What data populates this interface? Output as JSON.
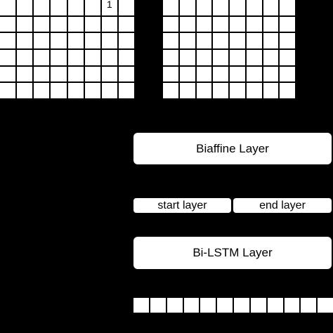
{
  "matrices": {
    "left": {
      "rows": 6,
      "cols": 8,
      "marked_cell": {
        "row": 0,
        "col": 6,
        "label": "1"
      }
    },
    "right": {
      "rows": 6,
      "cols": 8
    }
  },
  "layers": {
    "biaffine": "Biaffine Layer",
    "start": "start layer",
    "end": "end layer",
    "bilstm": "Bi-LSTM Layer"
  },
  "tokens": {
    "count": 12
  },
  "colors": {
    "background": "#000000",
    "box": "#ffffff",
    "text": "#000000"
  }
}
